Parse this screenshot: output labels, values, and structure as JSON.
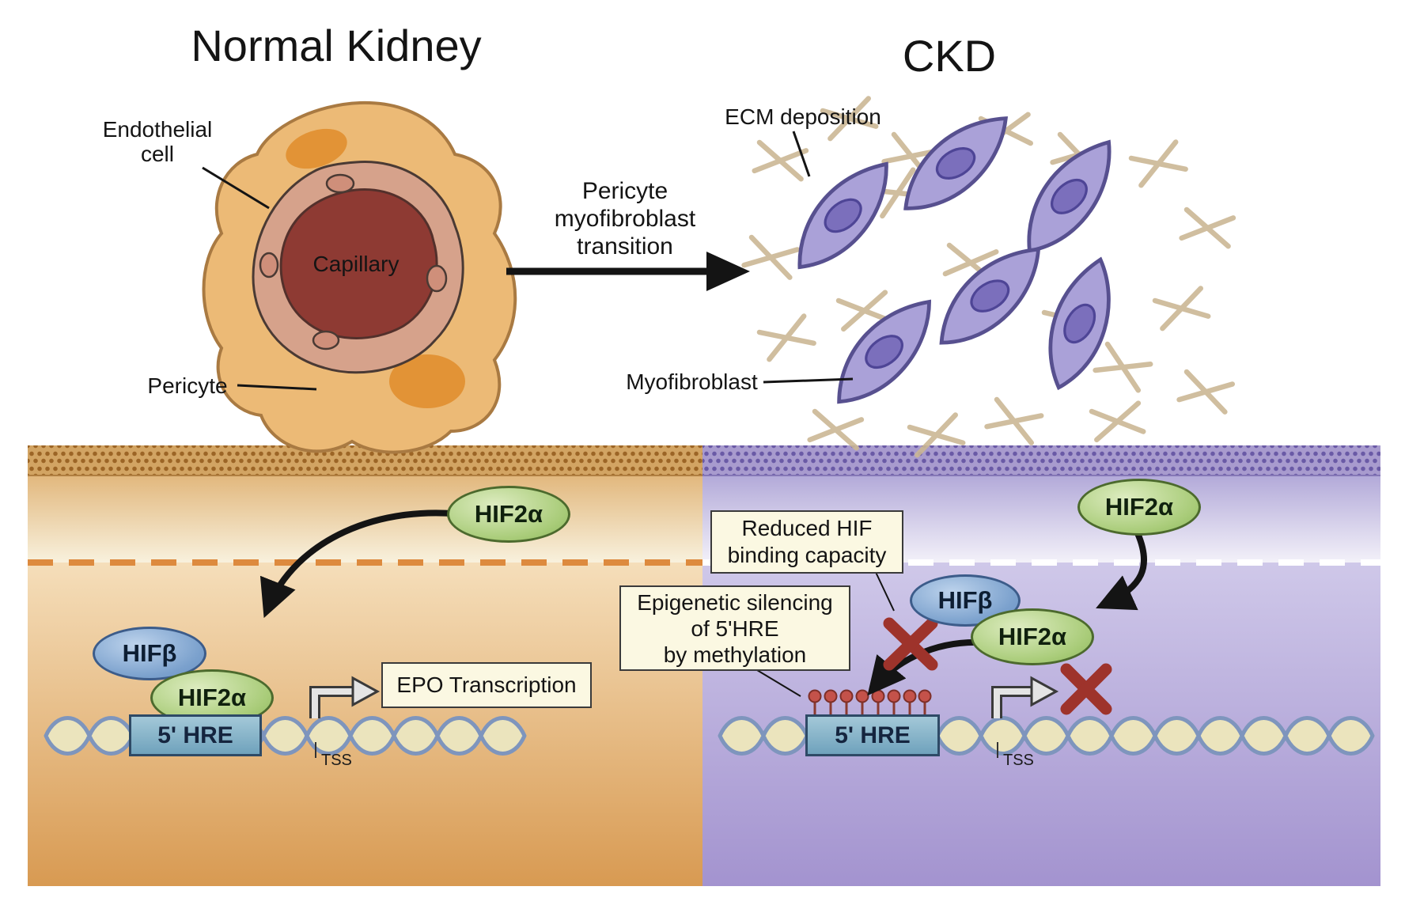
{
  "figure": {
    "titles": {
      "left": "Normal Kidney",
      "right": "CKD"
    },
    "normal_kidney": {
      "endothelial_line1": "Endothelial",
      "endothelial_line2": "cell",
      "capillary": "Capillary",
      "pericyte": "Pericyte"
    },
    "transition": {
      "line1": "Pericyte",
      "line2": "myofibroblast",
      "line3": "transition"
    },
    "ckd": {
      "ecm": "ECM deposition",
      "myofibroblast": "Myofibroblast"
    },
    "normal_cell": {
      "hif2a_free": "HIF2α",
      "hifb": "HIFβ",
      "hif2a_bound": "HIF2α",
      "hre": "5' HRE",
      "epo": "EPO Transcription",
      "tss": "TSS"
    },
    "ckd_cell": {
      "hif2a_free": "HIF2α",
      "hifb": "HIFβ",
      "hif2a_bound": "HIF2α",
      "hre": "5' HRE",
      "tss": "TSS",
      "reduced_line1": "Reduced HIF",
      "reduced_line2": "binding capacity",
      "epi_line1": "Epigenetic silencing",
      "epi_line2": "of 5'HRE",
      "epi_line3": "by methylation"
    },
    "colors": {
      "protein_green": "#a9cc79",
      "protein_blue": "#7ba1cd",
      "hre_blue": "#6fa2bc",
      "methyl_red": "#c4524a",
      "cross_red": "#9e332b",
      "normal_panel": "#e2b87e",
      "ckd_panel": "#b3aad9",
      "pericyte_tan": "#ecba76",
      "capillary_red": "#8e3a33",
      "myofibroblast_purple": "#aaa1d8"
    }
  }
}
